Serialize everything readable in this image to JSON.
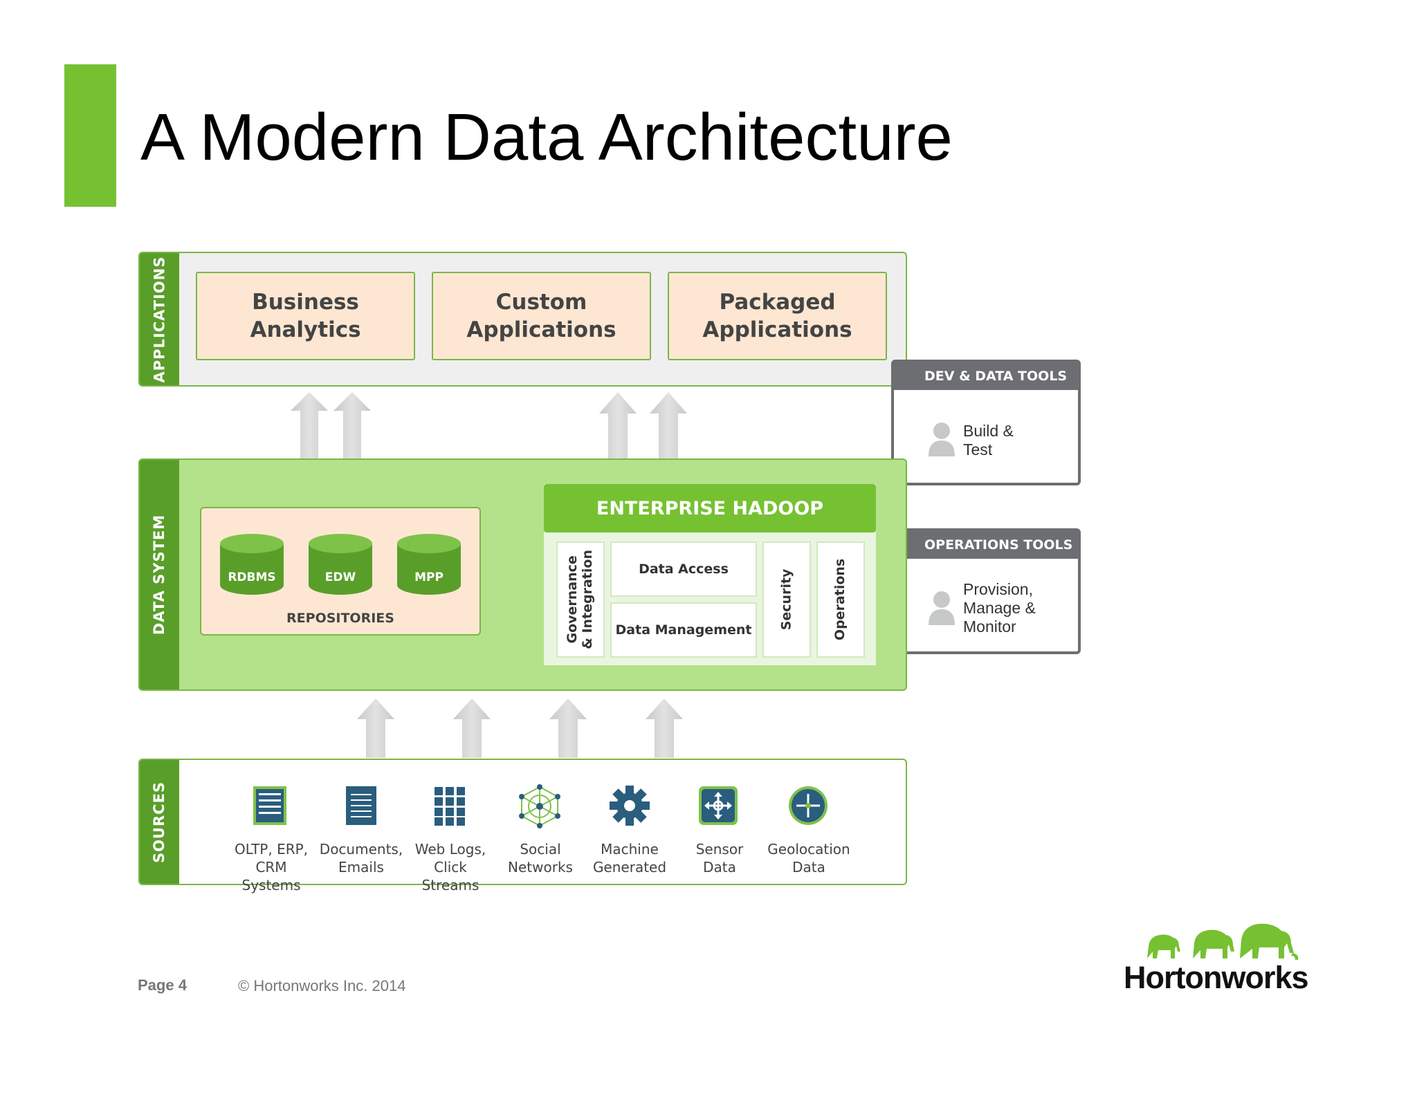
{
  "title": "A Modern Data Architecture",
  "applications": {
    "label": "APPLICATIONS",
    "items": [
      {
        "line1": "Business",
        "line2": "Analytics"
      },
      {
        "line1": "Custom",
        "line2": "Applications"
      },
      {
        "line1": "Packaged",
        "line2": "Applications"
      }
    ]
  },
  "data_system": {
    "label": "DATA  SYSTEM",
    "repositories": {
      "label": "REPOSITORIES",
      "dbs": [
        "RDBMS",
        "EDW",
        "MPP"
      ]
    },
    "hadoop": {
      "title": "ENTERPRISE HADOOP",
      "governance": [
        "Governance",
        "& Integration"
      ],
      "data_access": "Data Access",
      "data_management": "Data Management",
      "security": "Security",
      "operations": "Operations"
    }
  },
  "dev_tools": {
    "title": "DEV & DATA TOOLS",
    "lines": [
      "Build &",
      "Test"
    ]
  },
  "ops_tools": {
    "title": "OPERATIONS TOOLS",
    "lines": [
      "Provision,",
      "Manage &",
      "Monitor"
    ]
  },
  "sources": {
    "label": "SOURCES",
    "items": [
      {
        "icon": "server-icon",
        "line1": "OLTP, ERP,",
        "line2": "CRM Systems"
      },
      {
        "icon": "document-icon",
        "line1": "Documents,",
        "line2": "Emails"
      },
      {
        "icon": "grid-icon",
        "line1": "Web Logs,",
        "line2": "Click Streams"
      },
      {
        "icon": "network-icon",
        "line1": "Social",
        "line2": "Networks"
      },
      {
        "icon": "gear-icon",
        "line1": "Machine",
        "line2": "Generated"
      },
      {
        "icon": "sensor-icon",
        "line1": "Sensor",
        "line2": "Data"
      },
      {
        "icon": "geolocation-icon",
        "line1": "Geolocation",
        "line2": "Data"
      }
    ]
  },
  "footer": {
    "page": "Page 4",
    "copyright": "© Hortonworks Inc. 2014"
  },
  "logo": "Hortonworks",
  "colors": {
    "green_accent": "#76c132",
    "green_dark": "#5a9e2a",
    "green_light": "#b3e28a",
    "peach": "#fde7d3",
    "gray_tool": "#6d6e71",
    "navy_icon": "#2a5d7e"
  }
}
